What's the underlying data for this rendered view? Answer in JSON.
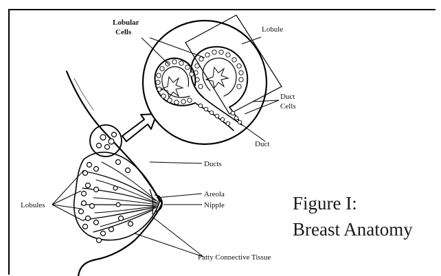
{
  "labels": {
    "lobular_cells_line1": "Lobular",
    "lobular_cells_line2": "Cells",
    "lobule": "Lobule",
    "duct_cells_line1": "Duct",
    "duct_cells_line2": "Cells",
    "duct": "Duct",
    "ducts": "Ducts",
    "areola": "Areola",
    "nipple": "Nipple",
    "lobules": "Lobules",
    "fatty_connective_tissue": "Fatty Connective Tissue"
  },
  "caption": {
    "line1": "Figure I:",
    "line2": "Breast Anatomy"
  },
  "colors": {
    "ink": "#000000",
    "background": "#ffffff"
  }
}
